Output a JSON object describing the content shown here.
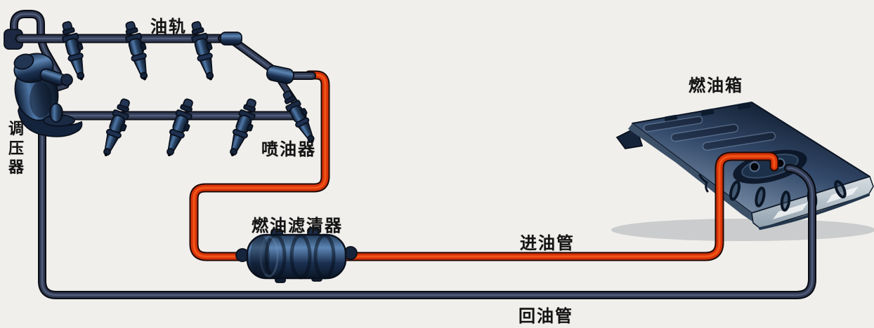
{
  "diagram": {
    "labels": {
      "fuel_rail": "油轨",
      "pressure_regulator": "调压器",
      "injector": "喷油器",
      "fuel_filter": "燃油滤清器",
      "supply_pipe": "进油管",
      "return_pipe": "回油管",
      "fuel_tank": "燃油箱"
    },
    "colors": {
      "background": "#f0efec",
      "pipe_red": "#d93309",
      "pipe_dark": "#333d57",
      "metal_blue": "#1c2c4a",
      "metal_highlight": "#5d83b2",
      "label": "#141414"
    }
  }
}
